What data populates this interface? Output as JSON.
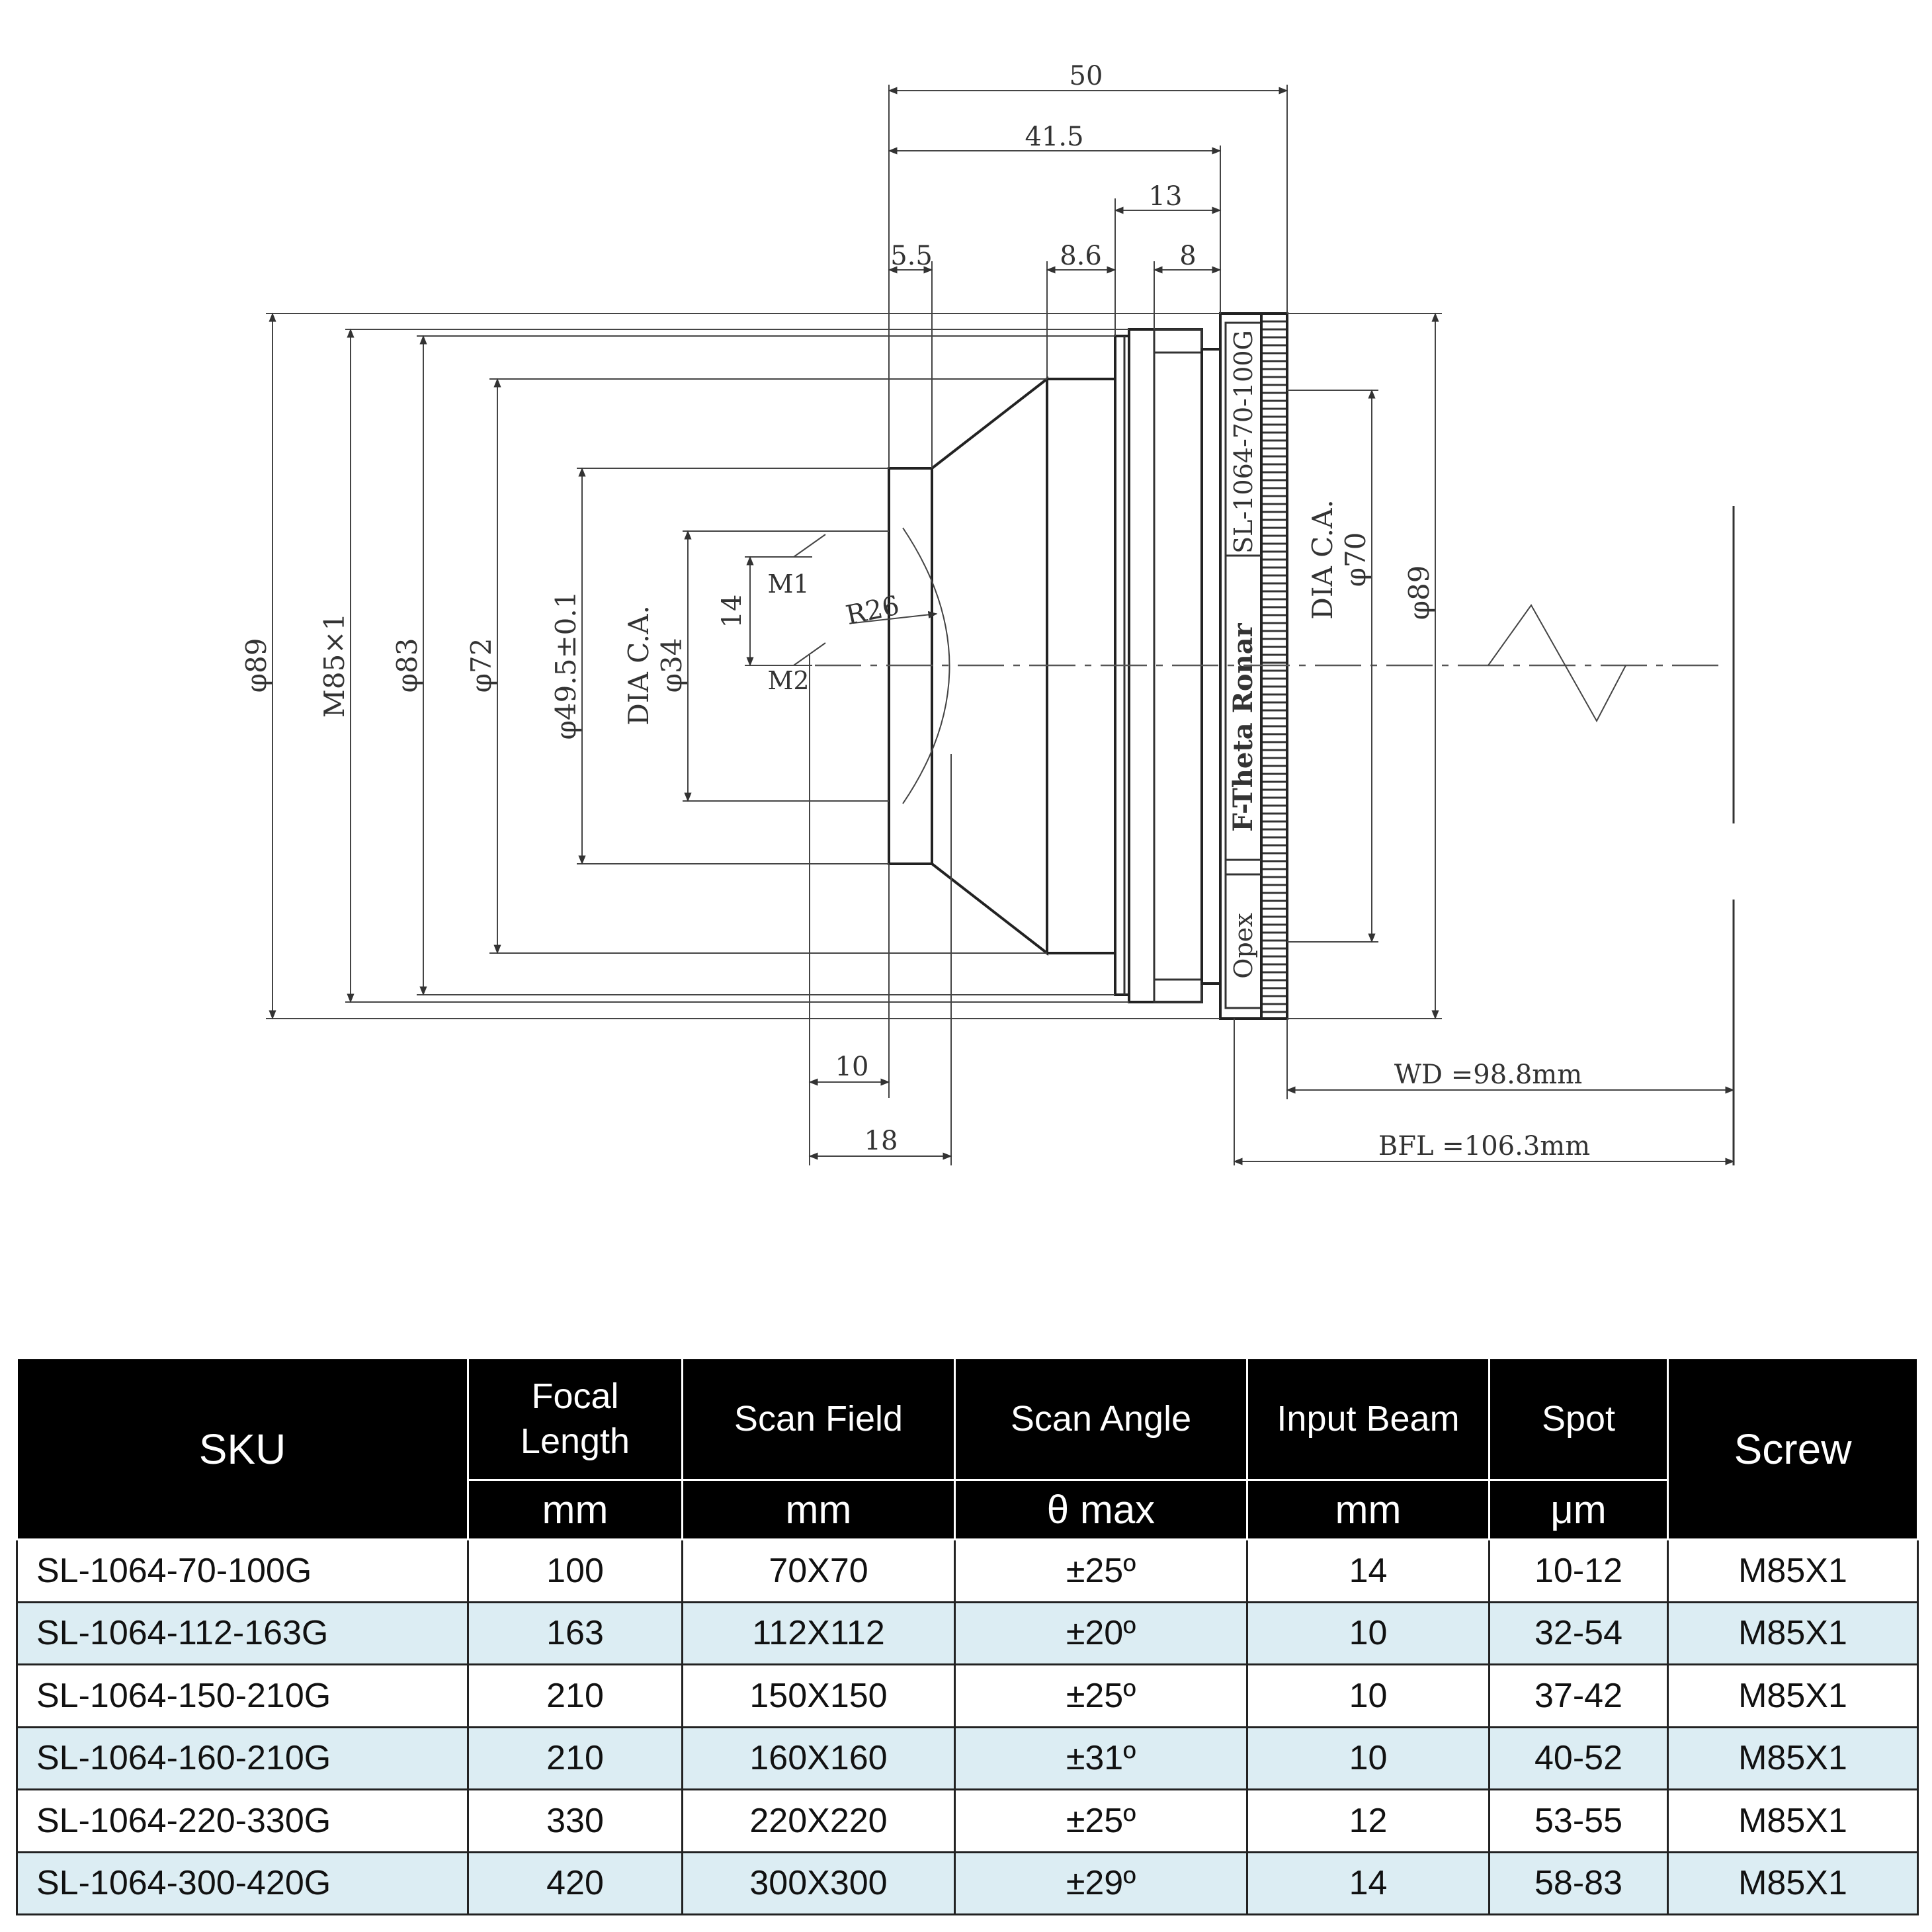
{
  "drawing": {
    "dims_top": [
      "50",
      "41.5",
      "13",
      "5.5",
      "8.6",
      "8"
    ],
    "dims_left": [
      "φ89",
      "M85×1",
      "φ83",
      "φ72",
      "φ49.5±0.1"
    ],
    "ca_left": {
      "line1": "DIA C.A.",
      "line2": "φ34"
    },
    "mirror_span": "14",
    "mirror1": "M1",
    "mirror2": "M2",
    "radius": "R26",
    "lens_engraving": {
      "model": "SL-1064-70-100G",
      "brand": "F-Theta Ronar",
      "maker": "Opex"
    },
    "ca_right": {
      "line1": "DIA C.A.",
      "line2": "φ70"
    },
    "dia_right": "φ89",
    "dims_bottom": [
      "10",
      "18"
    ],
    "wd": "WD =98.8mm",
    "bfl": "BFL =106.3mm"
  },
  "table": {
    "headers": {
      "sku": "SKU",
      "focal_line1": "Focal",
      "focal_line2": "Length",
      "scan_field": "Scan Field",
      "scan_angle": "Scan Angle",
      "input_beam": "Input Beam",
      "spot": "Spot",
      "screw": "Screw"
    },
    "units": [
      "mm",
      "mm",
      "θ max",
      "mm",
      "μm"
    ],
    "rows": [
      [
        "SL-1064-70-100G",
        "100",
        "70X70",
        "±25º",
        "14",
        "10-12",
        "M85X1"
      ],
      [
        "SL-1064-112-163G",
        "163",
        "112X112",
        "±20º",
        "10",
        "32-54",
        "M85X1"
      ],
      [
        "SL-1064-150-210G",
        "210",
        "150X150",
        "±25º",
        "10",
        "37-42",
        "M85X1"
      ],
      [
        "SL-1064-160-210G",
        "210",
        "160X160",
        "±31º",
        "10",
        "40-52",
        "M85X1"
      ],
      [
        "SL-1064-220-330G",
        "330",
        "220X220",
        "±25º",
        "12",
        "53-55",
        "M85X1"
      ],
      [
        "SL-1064-300-420G",
        "420",
        "300X300",
        "±29º",
        "14",
        "58-83",
        "M85X1"
      ]
    ]
  }
}
